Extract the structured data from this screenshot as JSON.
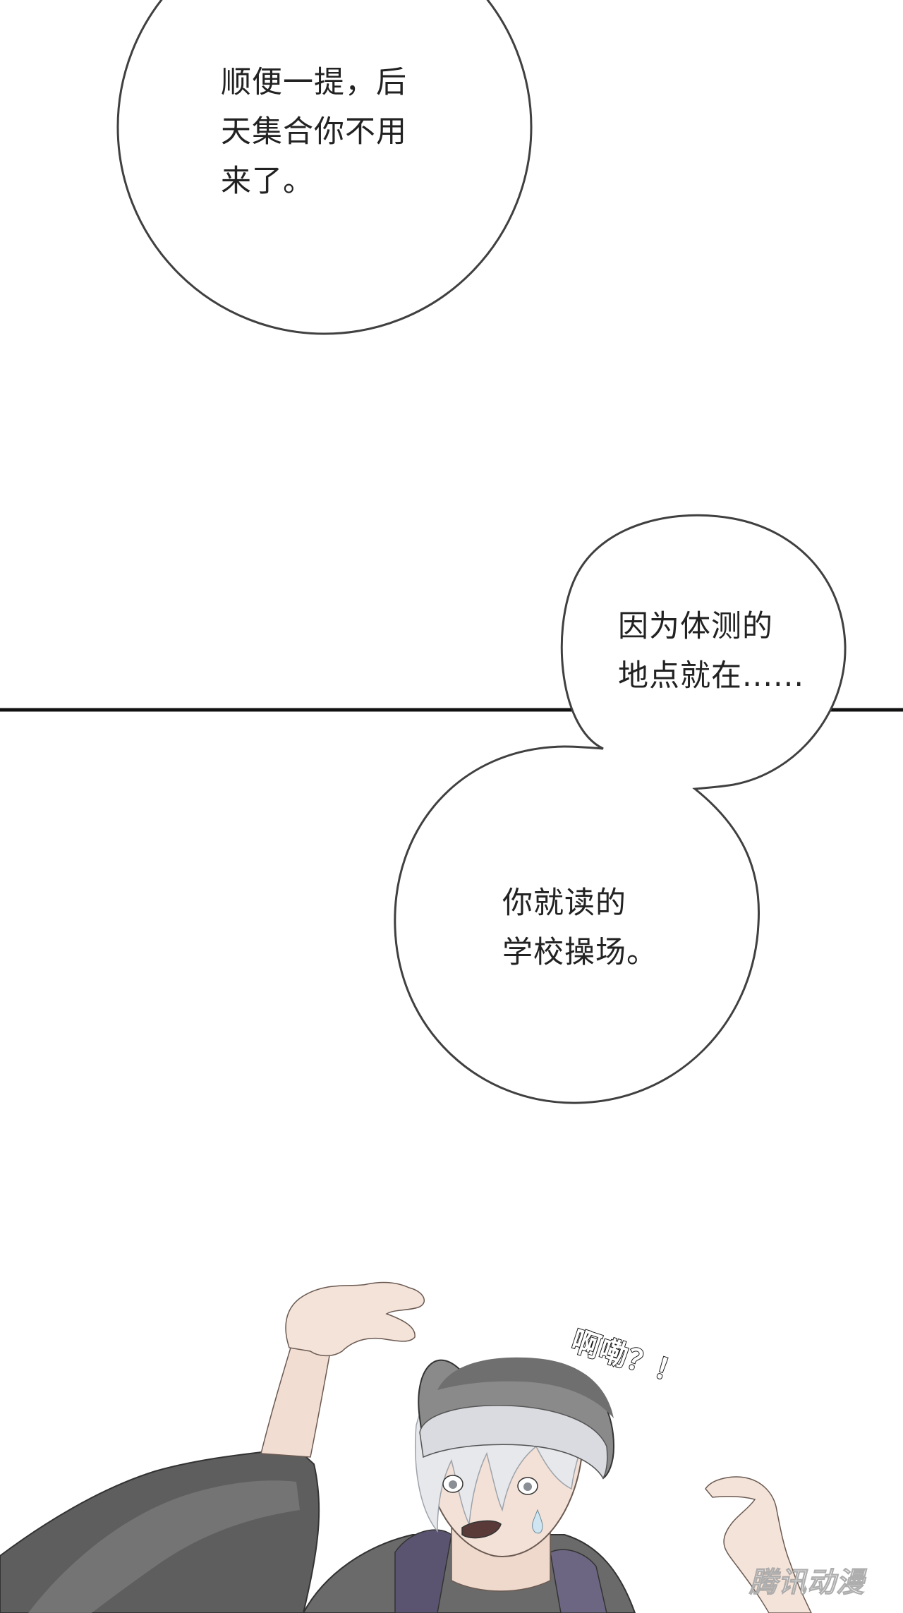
{
  "bubbles": [
    {
      "lines": [
        "顺便一提，后",
        "天集合你不用",
        "来了。"
      ]
    },
    {
      "lines": [
        "因为体测的",
        "地点就在......"
      ]
    },
    {
      "lines": [
        "你就读的",
        "学校操场。"
      ]
    }
  ],
  "sfx": "啊嘞？！",
  "watermark": "腾讯动漫",
  "colors": {
    "background": "#ffffff",
    "ink": "#222222",
    "bubble_stroke": "#404040",
    "panel_border": "#111111",
    "beanie": "#8a8a8a",
    "hair": "#e4e6ea",
    "jacket": "#6a6a6a",
    "skin": "#f1ddd2"
  }
}
